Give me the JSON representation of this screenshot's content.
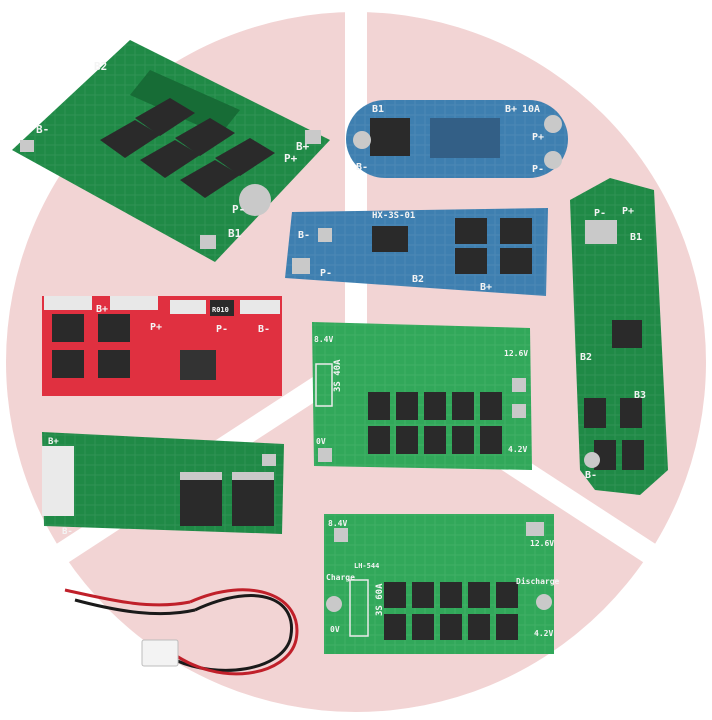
{
  "colors": {
    "background": "#ffffff",
    "disc": "#f2d4d4",
    "board_green": "#1f8a46",
    "board_green_light": "#31a85a",
    "board_blue": "#3e7fb0",
    "board_red": "#e03040",
    "chip_dark": "#2a2a2a",
    "pad_silver": "#c9c9c9"
  },
  "boards": {
    "board_1": {
      "labels": [
        "B2",
        "B1",
        "B-",
        "P+",
        "P-",
        "B+"
      ]
    },
    "board_2": {
      "labels": [
        "B1",
        "B+",
        "10A",
        "B-",
        "P+",
        "P-"
      ]
    },
    "board_3": {
      "labels": [
        "HX-3S-01",
        "B-",
        "B2",
        "B+",
        "P-"
      ]
    },
    "board_4": {
      "labels": [
        "P-",
        "P+",
        "B1",
        "B2",
        "B3",
        "B-"
      ]
    },
    "board_5": {
      "labels": [
        "B+",
        "P+",
        "B-",
        "P-",
        "R010"
      ]
    },
    "board_6": {
      "labels": [
        "8.4V",
        "12.6V",
        "3S 40A",
        "0V",
        "4.2V"
      ]
    },
    "board_7": {
      "labels": [
        "B-",
        "B+"
      ]
    },
    "board_8": {
      "labels": [
        "8.4V",
        "12.6V",
        "Charge",
        "Discharge",
        "3S 60A",
        "0V",
        "4.2V",
        "LH-544"
      ]
    }
  }
}
